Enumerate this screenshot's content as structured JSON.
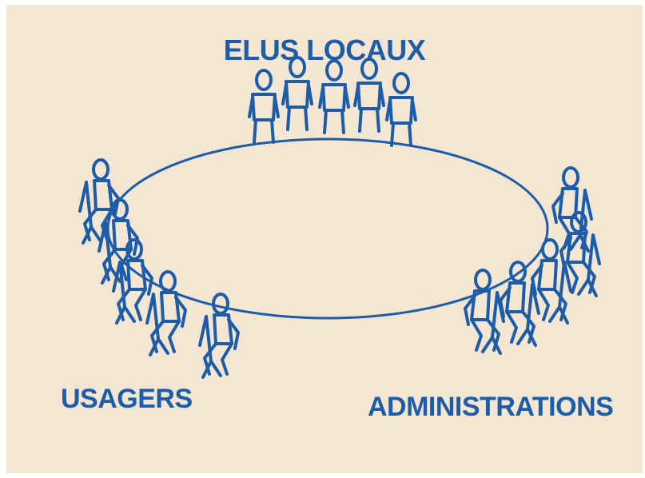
{
  "labels": {
    "top": "ELUS LOCAUX",
    "left": "USAGERS",
    "right": "ADMINISTRATIONS"
  },
  "colors": {
    "background": "#f4e6d2",
    "ink": "#1d5da8"
  },
  "icons": {
    "table": "round-table-ellipse",
    "people": "seated-person-figure"
  }
}
